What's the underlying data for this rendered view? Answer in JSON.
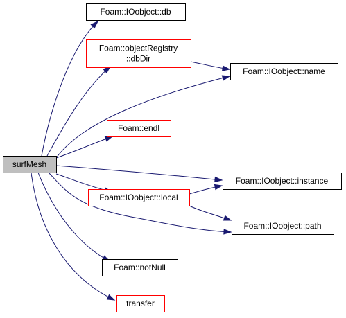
{
  "diagram": {
    "type": "call-graph",
    "root": {
      "id": "surfMesh",
      "lines": [
        "surfMesh"
      ],
      "style": "root"
    },
    "nodes": [
      {
        "id": "db",
        "lines": [
          "Foam::IOobject::db"
        ],
        "style": "plain"
      },
      {
        "id": "dbDir",
        "lines": [
          "Foam::objectRegistry",
          "::dbDir"
        ],
        "style": "red"
      },
      {
        "id": "name",
        "lines": [
          "Foam::IOobject::name"
        ],
        "style": "plain"
      },
      {
        "id": "endl",
        "lines": [
          "Foam::endl"
        ],
        "style": "red"
      },
      {
        "id": "instance",
        "lines": [
          "Foam::IOobject::instance"
        ],
        "style": "plain"
      },
      {
        "id": "local",
        "lines": [
          "Foam::IOobject::local"
        ],
        "style": "red"
      },
      {
        "id": "path",
        "lines": [
          "Foam::IOobject::path"
        ],
        "style": "plain"
      },
      {
        "id": "notNull",
        "lines": [
          "Foam::notNull"
        ],
        "style": "plain"
      },
      {
        "id": "transfer",
        "lines": [
          "transfer"
        ],
        "style": "red"
      }
    ],
    "edges": [
      {
        "from": "surfMesh",
        "to": "db"
      },
      {
        "from": "surfMesh",
        "to": "dbDir"
      },
      {
        "from": "surfMesh",
        "to": "name"
      },
      {
        "from": "surfMesh",
        "to": "endl"
      },
      {
        "from": "surfMesh",
        "to": "instance"
      },
      {
        "from": "surfMesh",
        "to": "local"
      },
      {
        "from": "surfMesh",
        "to": "path"
      },
      {
        "from": "surfMesh",
        "to": "notNull"
      },
      {
        "from": "surfMesh",
        "to": "transfer"
      },
      {
        "from": "dbDir",
        "to": "name"
      },
      {
        "from": "local",
        "to": "instance"
      },
      {
        "from": "local",
        "to": "path"
      }
    ],
    "colors": {
      "edge": "#191970",
      "root_fill": "#bfbfbf",
      "root_border": "#000000",
      "plain_border": "#000000",
      "red_border": "#ff0000",
      "node_fill": "#ffffff"
    }
  }
}
